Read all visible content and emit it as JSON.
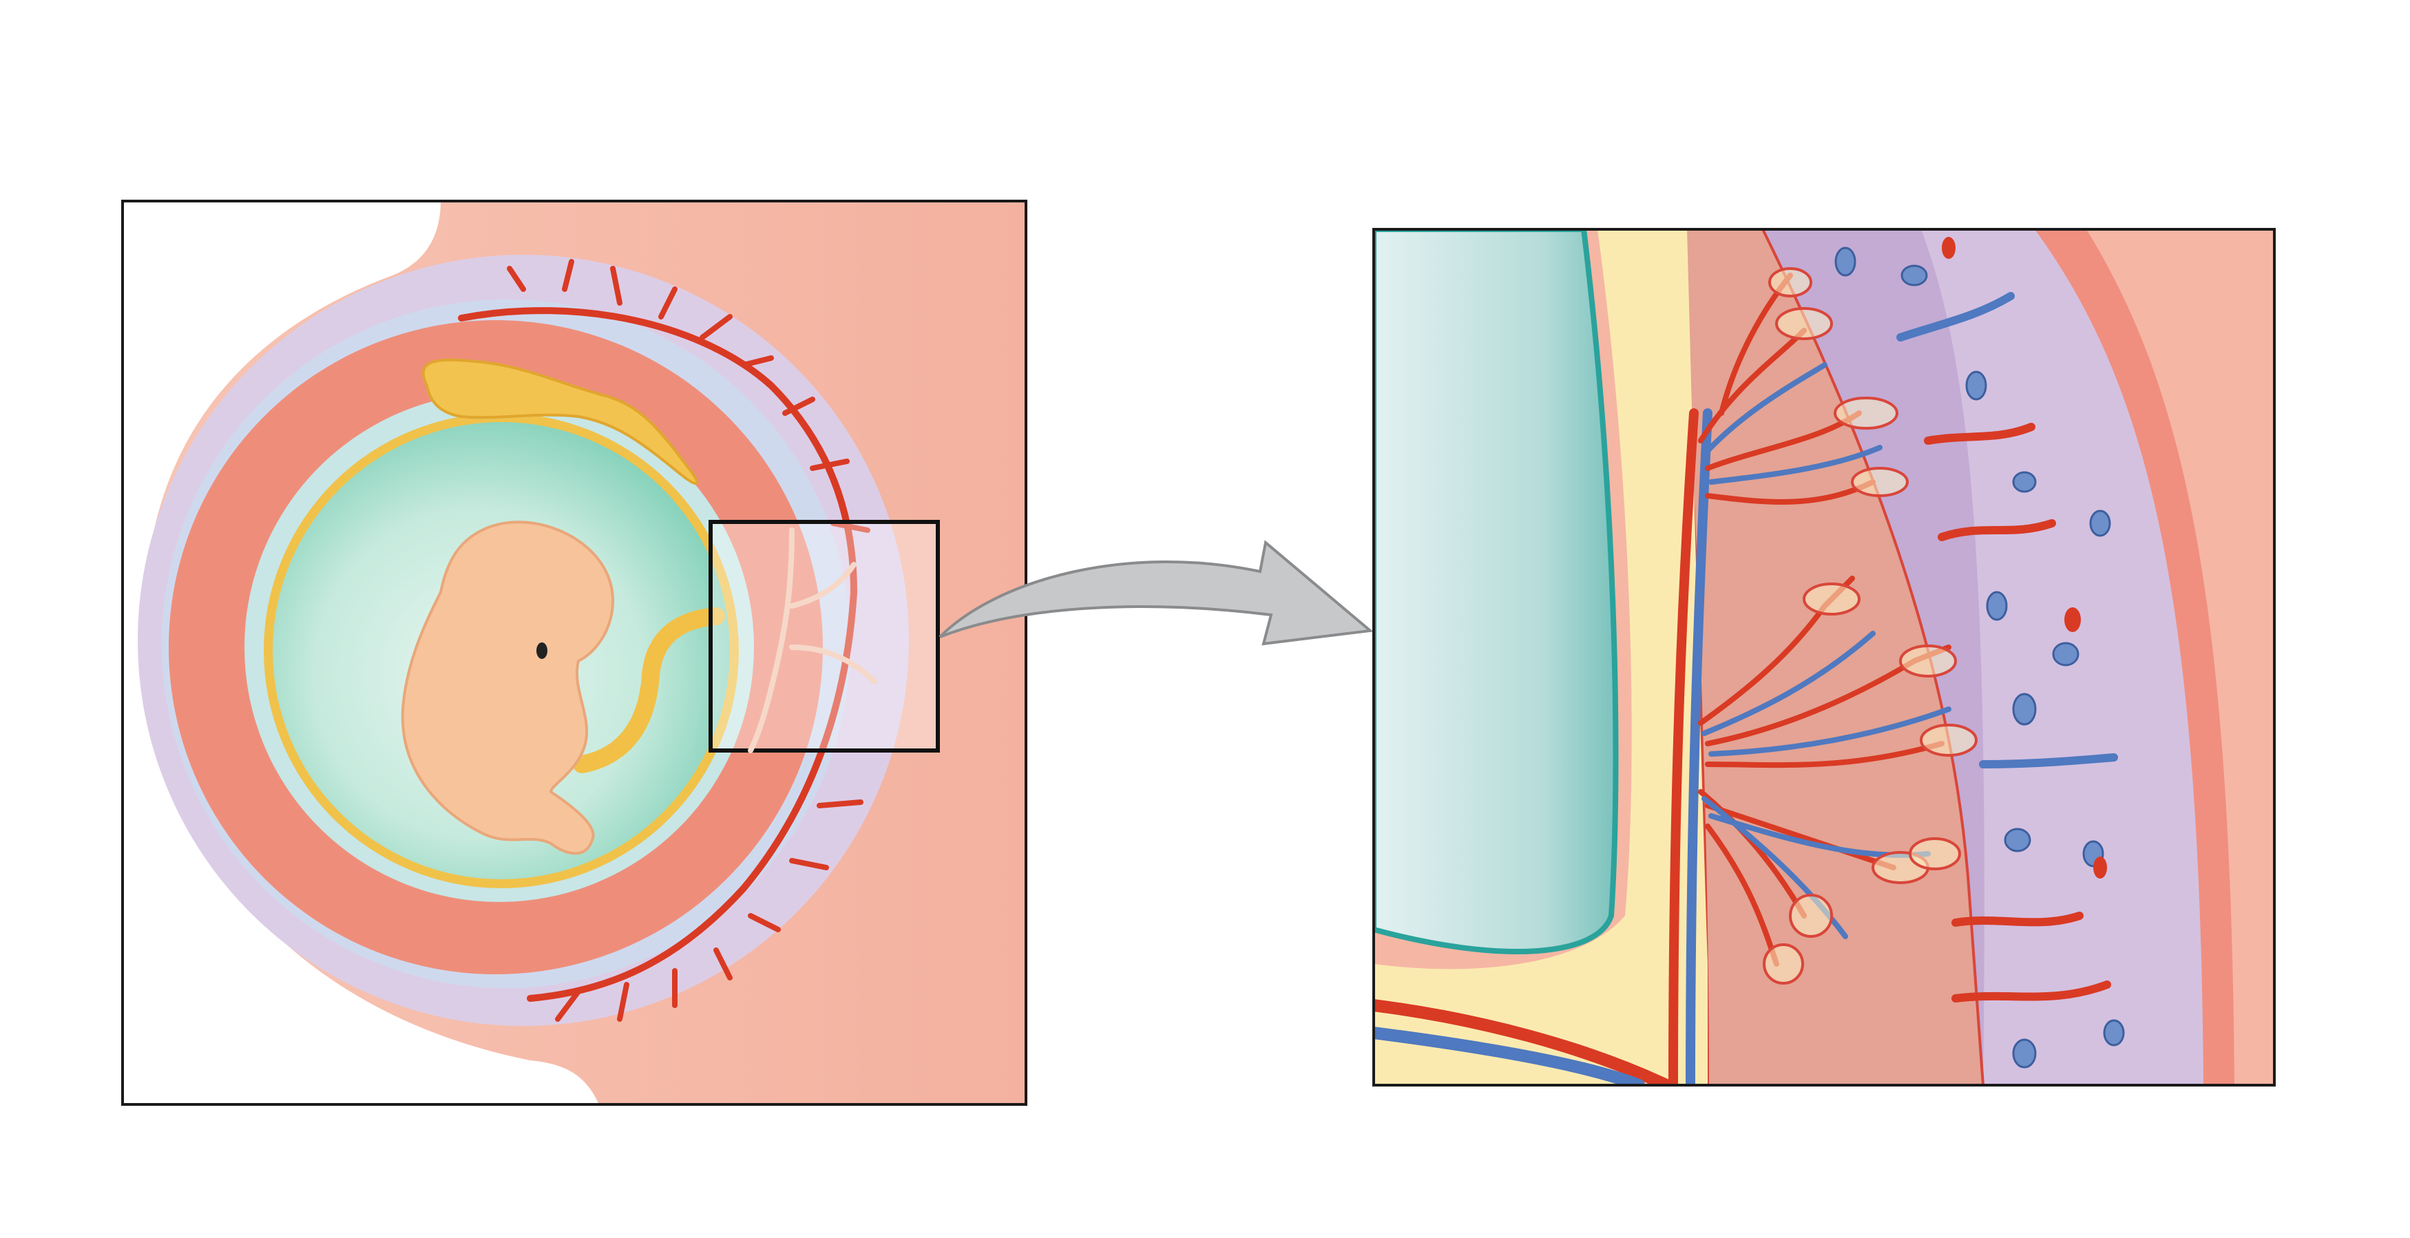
{
  "diagram": {
    "panels": [
      {
        "id": "overview",
        "subject": "embryo-in-uterus"
      },
      {
        "id": "detail",
        "subject": "placenta-villi-magnified"
      }
    ],
    "colors": {
      "uterine_wall": "#f5b8a6",
      "decidua": "#ddd0e8",
      "chorion_red": "#ee8f7c",
      "amniotic_fluid": "#a9ddd0",
      "amnion_yellow": "#f0c24a",
      "yolk_sac": "#f3c34f",
      "embryo": "#f7c39b",
      "artery": "#d93a24",
      "vein": "#4f79c0",
      "arrow": "#c7c8ca",
      "frame": "#1a1a1a"
    },
    "labels": []
  }
}
